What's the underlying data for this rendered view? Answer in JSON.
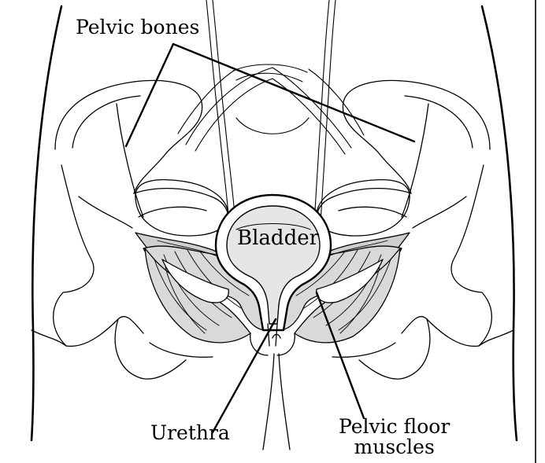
{
  "labels": {
    "pelvic_bones": "Pelvic bones",
    "bladder": "Bladder",
    "urethra": "Urethra",
    "pelvic_floor_line1": "Pelvic floor",
    "pelvic_floor_line2": "muscles"
  },
  "colors": {
    "outline": "#000000",
    "muscle_fill": "#d6d6d6",
    "muscle_dark": "#b8b8b8",
    "bladder_inner": "#e9e9e9",
    "background": "#ffffff"
  }
}
